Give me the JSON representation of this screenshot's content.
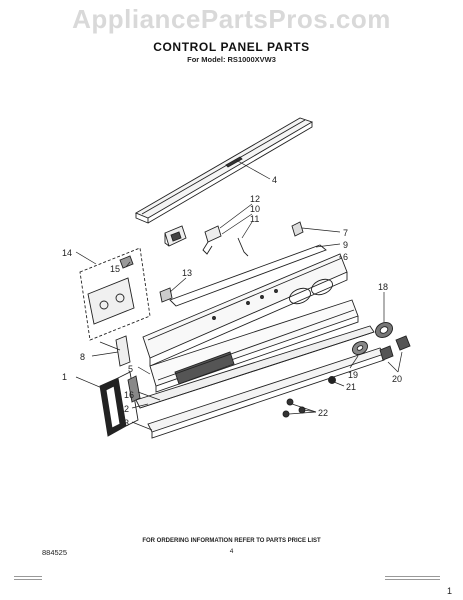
{
  "watermark": "AppliancePartsPros.com",
  "header": {
    "title": "CONTROL PANEL PARTS",
    "model": "For Model: RS1000XVW3"
  },
  "callouts": [
    "1",
    "2",
    "3",
    "4",
    "5",
    "6",
    "7",
    "8",
    "9",
    "10",
    "11",
    "12",
    "13",
    "14",
    "15",
    "16",
    "18",
    "19",
    "20",
    "21",
    "22"
  ],
  "footer": {
    "doc_number": "884525",
    "ordering_note": "FOR ORDERING INFORMATION REFER TO PARTS PRICE LIST",
    "page": "4",
    "corner": "1"
  }
}
